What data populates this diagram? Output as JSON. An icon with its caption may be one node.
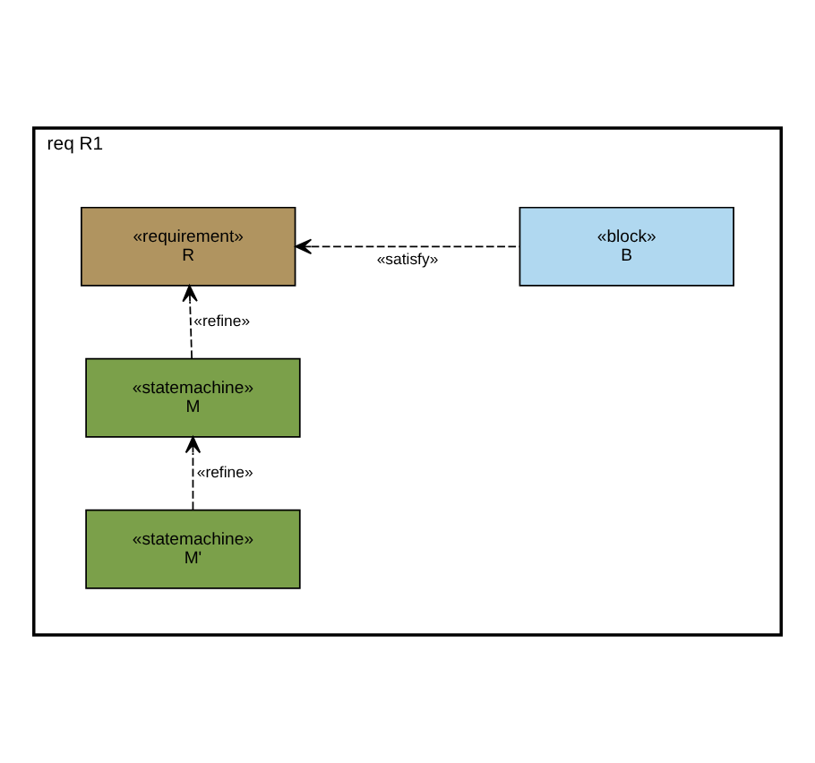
{
  "diagram": {
    "nodes": [
      {
        "text": [
          "req R1"
        ]
      },
      {
        "text": [
          "«requirement»",
          "R"
        ],
        "in": 0
      },
      {
        "text": [
          "«block»",
          "B"
        ],
        "in": 0
      },
      {
        "text": [
          "«statemachine»",
          "M"
        ],
        "in": 0
      },
      {
        "text": [
          "«statemachine»",
          "M'"
        ],
        "in": 0
      }
    ],
    "edges": [
      {
        "from": 2,
        "to": 1,
        "arrow": "to",
        "label": "«satisfy»",
        "style": "dashed"
      },
      {
        "from": 3,
        "to": 1,
        "arrow": "to",
        "label": "«refine»",
        "style": "dashed"
      },
      {
        "from": 4,
        "to": 3,
        "arrow": "to",
        "label": "«refine»",
        "style": "dashed"
      }
    ]
  }
}
